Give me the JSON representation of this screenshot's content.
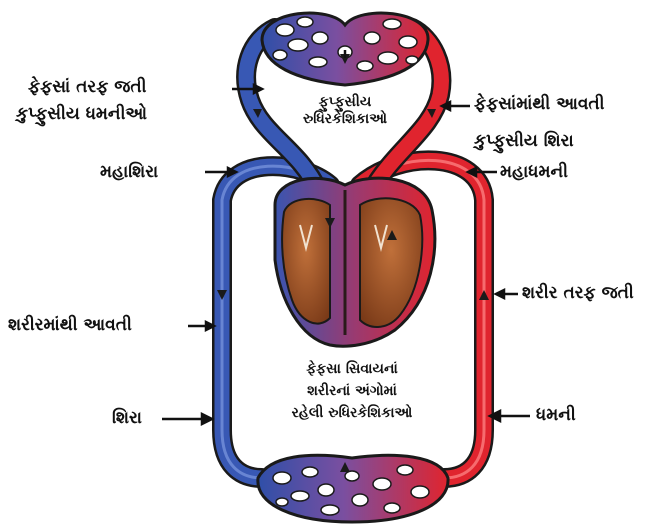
{
  "labels": {
    "to_lungs_line1": "ફેફસાં તરફ જતી",
    "to_lungs_line2": "કુપ્ફુસીય ધમનીઓ",
    "pulmonary_capillaries_line1": "ફુપ્ફુસીય",
    "pulmonary_capillaries_line2": "રુધિરકેશિકાઓ",
    "from_lungs": "ફેફસાંમાંથી આવતી",
    "pulmonary_vein": "કુપ્ફુસીય શિરા",
    "vena_cava": "મહાશિરા",
    "aorta": "મહાધમની",
    "to_body": "શરીર તરફ જતી",
    "from_body": "શરીરમાંથી આવતી",
    "body_capillaries_line1": "ફેફસા સિવાયનાં",
    "body_capillaries_line2": "શરીરનાં અંગોમાં",
    "body_capillaries_line3": "રહેલી રુધિરકેશિકાઓ",
    "vein": "શિરા",
    "artery": "ધમની"
  },
  "colors": {
    "deoxygenated": "#2f4fa8",
    "oxygenated": "#e0242e",
    "heart_tissue": "#9a4a22",
    "ink": "#111111"
  }
}
